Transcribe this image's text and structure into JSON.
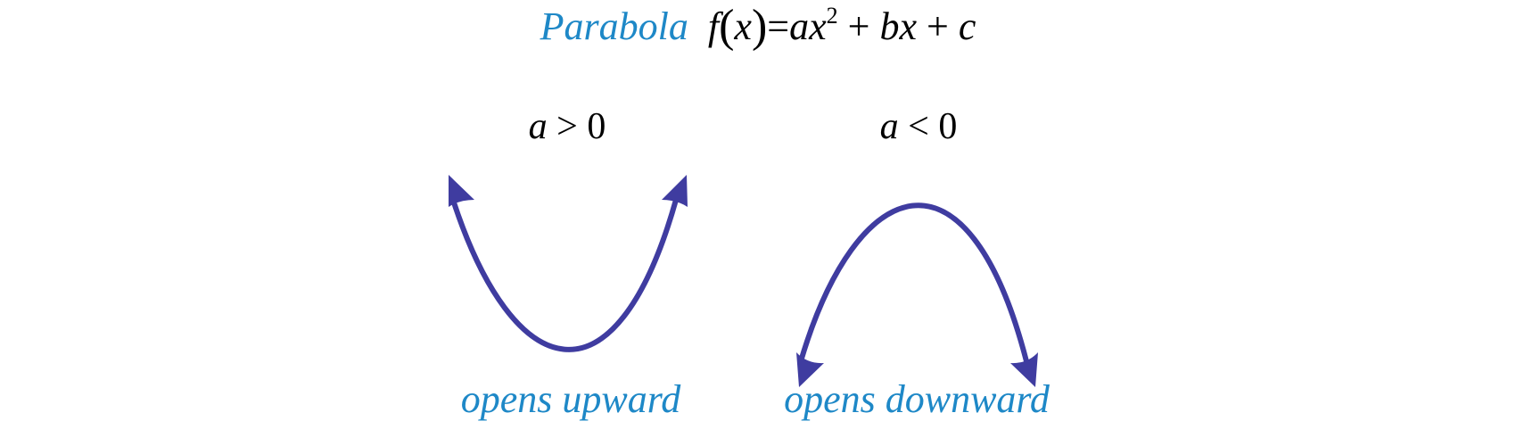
{
  "title": {
    "word": "Parabola",
    "f": "f",
    "lparen": "(",
    "x": "x",
    "rparen": ")",
    "eq": "=",
    "a": "a",
    "x2": "x",
    "exp": "2",
    "plus1": "+",
    "b": "b",
    "bx": "x",
    "plus2": "+",
    "c": "c"
  },
  "left_panel": {
    "cond_var": "a",
    "cond_op": ">",
    "cond_val": "0",
    "caption": "opens upward"
  },
  "right_panel": {
    "cond_var": "a",
    "cond_op": "<",
    "cond_val": "0",
    "caption": "opens downward"
  },
  "colors": {
    "curve": "#3f3ca0",
    "label_blue": "#1e88c7",
    "text": "#000000"
  }
}
